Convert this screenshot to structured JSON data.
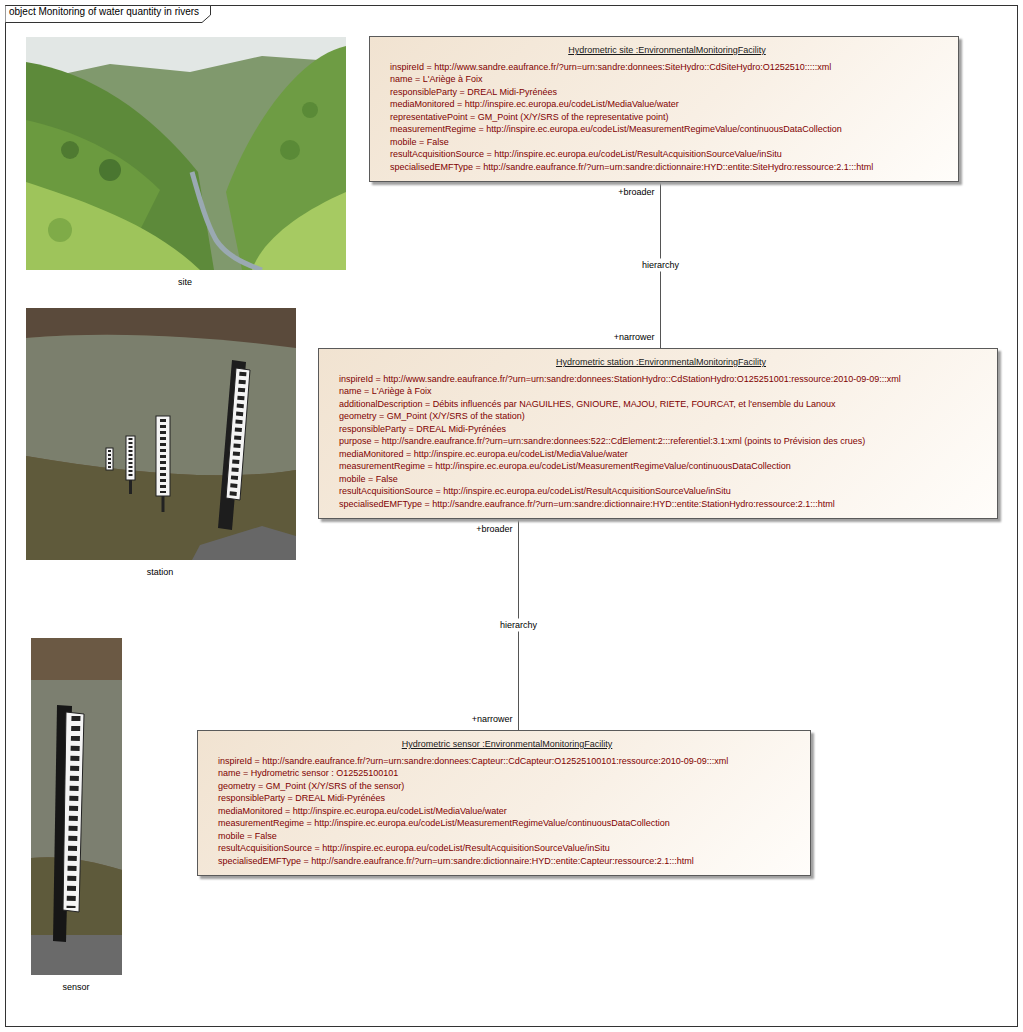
{
  "diagram": {
    "title": "object Monitoring of water quantity in rivers",
    "nodes": [
      {
        "text": [
          "Hydrometric site :EnvironmentalMonitoringFacility",
          "inspireId = http://www.sandre.eaufrance.fr/?urn=urn:sandre:donnees:SiteHydro::CdSiteHydro:O1252510:::::xml",
          "name = L'Ariège à Foix",
          "responsibleParty = DREAL Midi-Pyrénées",
          "mediaMonitored = http://inspire.ec.europa.eu/codeList/MediaValue/water",
          "representativePoint = GM_Point (X/Y/SRS of the representative point)",
          "measurementRegime = http://inspire.ec.europa.eu/codeList/MeasurementRegimeValue/continuousDataCollection",
          "mobile = False",
          "resultAcquisitionSource = http://inspire.ec.europa.eu/codeList/ResultAcquisitionSourceValue/inSitu",
          "specialisedEMFType = http://sandre.eaufrance.fr/?urn=urn:sandre:dictionnaire:HYD::entite:SiteHydro:ressource:2.1:::html"
        ]
      },
      {
        "text": [
          "Hydrometric station :EnvironmentalMonitoringFacility",
          "inspireId = http://www.sandre.eaufrance.fr/?urn=urn:sandre:donnees:StationHydro::CdStationHydro:O125251001:ressource:2010-09-09:::xml",
          "name = L'Ariège à Foix",
          "additionalDescription = Débits influencés par NAGUILHES, GNIOURE, MAJOU, RIETE, FOURCAT, et l'ensemble du Lanoux",
          "geometry = GM_Point (X/Y/SRS of the station)",
          "responsibleParty = DREAL Midi-Pyrénées",
          "purpose = http://sandre.eaufrance.fr/?urn=urn:sandre:donnees:522::CdElement:2:::referentiel:3.1:xml (points to Prévision des crues)",
          "mediaMonitored = http://inspire.ec.europa.eu/codeList/MediaValue/water",
          "measurementRegime = http://inspire.ec.europa.eu/codeList/MeasurementRegimeValue/continuousDataCollection",
          "mobile = False",
          "resultAcquisitionSource = http://inspire.ec.europa.eu/codeList/ResultAcquisitionSourceValue/inSitu",
          "specialisedEMFType = http://sandre.eaufrance.fr/?urn=urn:sandre:dictionnaire:HYD::entite:StationHydro:ressource:2.1:::html"
        ]
      },
      {
        "text": [
          "Hydrometric sensor :EnvironmentalMonitoringFacility",
          "inspireId = http://sandre.eaufrance.fr/?urn=urn:sandre:donnees:Capteur::CdCapteur:O12525100101:ressource:2010-09-09:::xml",
          "name = Hydrometric sensor : O12525100101",
          "geometry = GM_Point (X/Y/SRS of the sensor)",
          "responsibleParty = DREAL Midi-Pyrénées",
          "mediaMonitored = http://inspire.ec.europa.eu/codeList/MediaValue/water",
          "measurementRegime = http://inspire.ec.europa.eu/codeList/MeasurementRegimeValue/continuousDataCollection",
          "mobile = False",
          "resultAcquisitionSource = http://inspire.ec.europa.eu/codeList/ResultAcquisitionSourceValue/inSitu",
          "specialisedEMFType = http://sandre.eaufrance.fr/?urn=urn:sandre:dictionnaire:HYD::entite:Capteur:ressource:2.1:::html"
        ]
      }
    ],
    "edges": [
      {
        "from": 0,
        "to": 1,
        "label": "hierarchy",
        "arrow": "none"
      },
      {
        "from": 1,
        "to": 2,
        "label": "hierarchy",
        "arrow": "none"
      }
    ],
    "labels": [
      "+broader",
      "+narrower",
      "+broader",
      "+narrower",
      "site",
      "station",
      "sensor"
    ]
  }
}
